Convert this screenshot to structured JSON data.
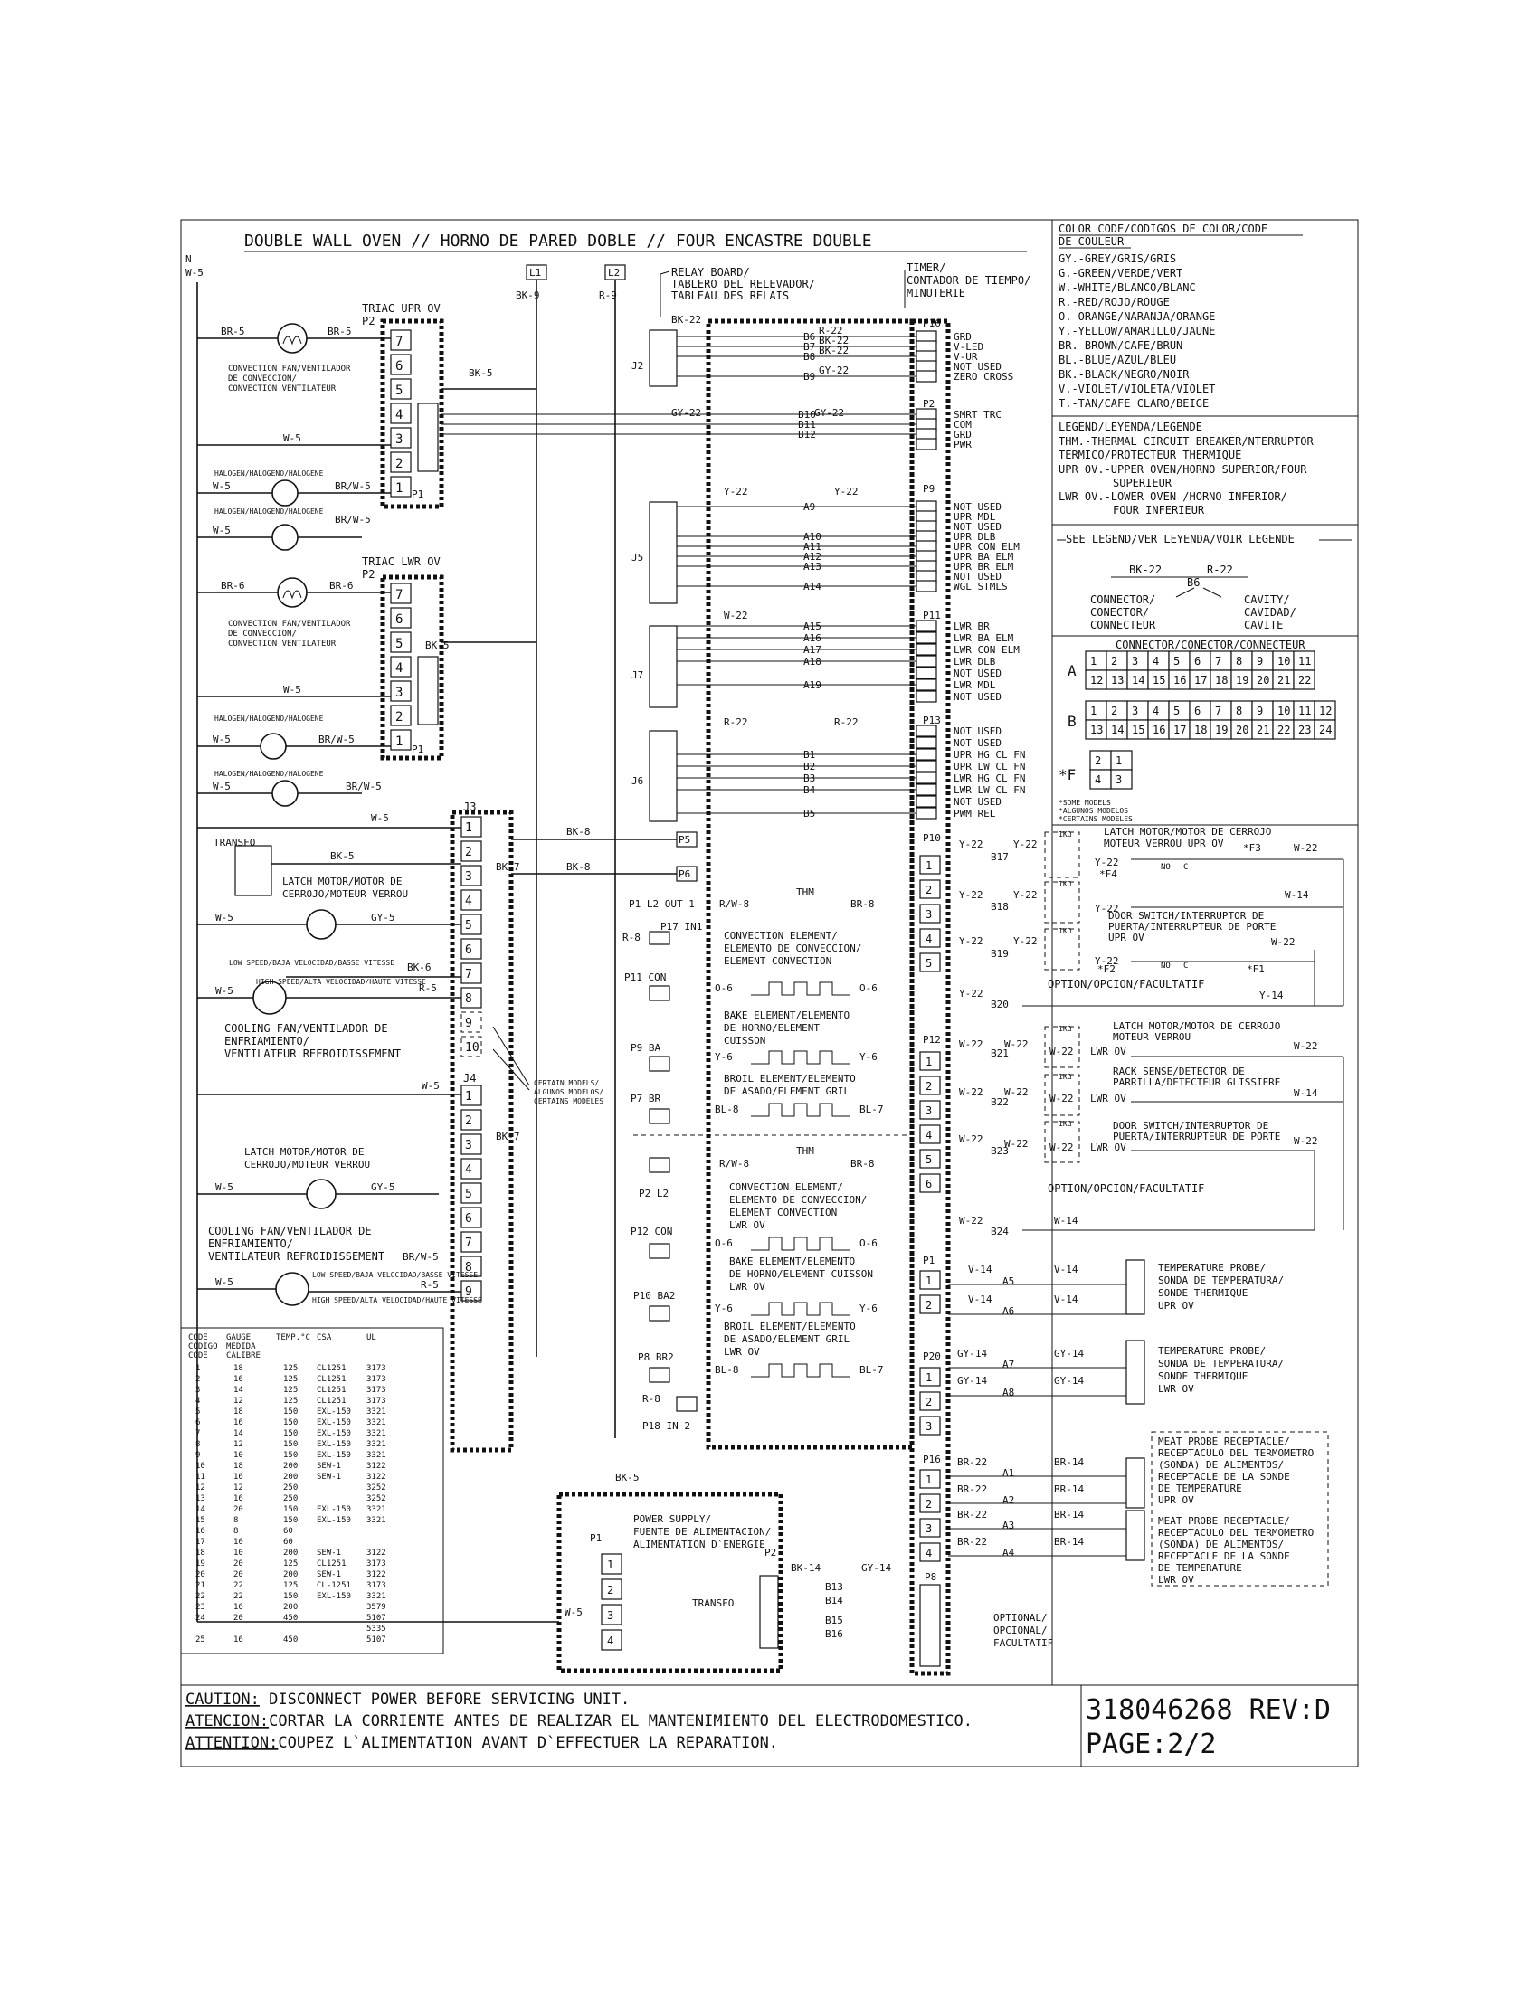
{
  "title": "DOUBLE WALL OVEN // HORNO DE PARED DOBLE // FOUR ENCASTRE DOUBLE",
  "part_number": "318046268 REV:D",
  "page": "PAGE:2/2",
  "caution": [
    {
      "key": "CAUTION:",
      "text": " DISCONNECT POWER BEFORE SERVICING UNIT."
    },
    {
      "key": "ATENCION:",
      "text": "CORTAR LA CORRIENTE ANTES DE REALIZAR EL MANTENIMIENTO DEL ELECTRODOMESTICO."
    },
    {
      "key": "ATTENTION:",
      "text": "COUPEZ L`ALIMENTATION AVANT D`EFFECTUER LA REPARATION."
    }
  ],
  "color_code": {
    "header": [
      "COLOR CODE/CODIGOS DE COLOR/CODE",
      "DE COULEUR"
    ],
    "entries": [
      "GY.-GREY/GRIS/GRIS",
      "G.-GREEN/VERDE/VERT",
      "W.-WHITE/BLANCO/BLANC",
      "R.-RED/ROJO/ROUGE",
      "O. ORANGE/NARANJA/ORANGE",
      "Y.-YELLOW/AMARILLO/JAUNE",
      "BR.-BROWN/CAFE/BRUN",
      "BL.-BLUE/AZUL/BLEU",
      "BK.-BLACK/NEGRO/NOIR",
      "V.-VIOLET/VIOLETA/VIOLET",
      "T.-TAN/CAFE CLARO/BEIGE"
    ]
  },
  "legend": {
    "header": "LEGEND/LEYENDA/LEGENDE",
    "lines": [
      "THM.-THERMAL CIRCUIT BREAKER/NTERRUPTOR",
      "TERMICO/PROTECTEUR THERMIQUE",
      "UPR OV.-UPPER OVEN/HORNO SUPERIOR/FOUR",
      "SUPERIEUR",
      "LWR OV.-LOWER OVEN /HORNO INFERIOR/",
      "FOUR INFERIEUR"
    ],
    "see": "SEE LEGEND/VER LEYENDA/VOIR LEGENDE",
    "example_left": "BK-22",
    "example_right": "R-22",
    "example_mid": "B6",
    "connector_label": [
      "CONNECTOR/",
      "CONECTOR/",
      "CONNECTEUR"
    ],
    "cavity_label": [
      "CAVITY/",
      "CAVIDAD/",
      "CAVITE"
    ],
    "connector_header": "CONNECTOR/CONECTOR/CONNECTEUR",
    "conn_a_label": "A",
    "conn_b_label": "B",
    "conn_f_label": "*F",
    "conn_a_top": [
      "1",
      "2",
      "3",
      "4",
      "5",
      "6",
      "7",
      "8",
      "9",
      "10",
      "11"
    ],
    "conn_a_bottom": [
      "12",
      "13",
      "14",
      "15",
      "16",
      "17",
      "18",
      "19",
      "20",
      "21",
      "22"
    ],
    "conn_b_top": [
      "1",
      "2",
      "3",
      "4",
      "5",
      "6",
      "7",
      "8",
      "9",
      "10",
      "11",
      "12"
    ],
    "conn_b_bottom": [
      "13",
      "14",
      "15",
      "16",
      "17",
      "18",
      "19",
      "20",
      "21",
      "22",
      "23",
      "24"
    ],
    "conn_f": [
      "2",
      "1",
      "4",
      "3"
    ],
    "some_models": [
      "*SOME MODELS",
      "*ALGUNOS MODELOS",
      "*CERTAINS MODELES"
    ]
  },
  "top_labels": {
    "n": "N",
    "w5": "W-5",
    "l1": "L1",
    "l2": "L2",
    "bk9": "BK-9",
    "r9": "R-9",
    "relay_board": [
      "RELAY BOARD/",
      "TABLERO DEL RELEVADOR/",
      "TABLEAU  DES RELAIS"
    ],
    "timer": [
      "TIMER/",
      "CONTADOR DE TIEMPO/",
      "MINUTERIE"
    ],
    "triac_upr": "TRIAC UPR OV",
    "triac_lwr": "TRIAC LWR OV",
    "p2": "P2",
    "p1": "P1"
  },
  "components_left": {
    "conv_fan_upr": {
      "wl": "BR-5",
      "wr": "BR-5",
      "label": [
        "CONVECTION FAN/VENTILADOR",
        "DE CONVECCION/",
        "CONVECTION VENTILATEUR"
      ]
    },
    "halogen": "HALOGEN/HALOGENO/HALOGENE",
    "w5": "W-5",
    "brw5": "BR/W-5",
    "conv_fan_lwr": {
      "wl": "BR-6",
      "wr": "BR-6",
      "label": [
        "CONVECTION FAN/VENTILADOR",
        "DE CONVECCION/",
        "CONVECTION VENTILATEUR"
      ]
    },
    "bk5": "BK-5",
    "bk7": "BK-7",
    "bk8": "BK-8",
    "transfo": "TRANSFO",
    "latch_upr": [
      "LATCH MOTOR/MOTOR DE",
      "CERROJO/MOTEUR VERROU"
    ],
    "gy5": "GY-5",
    "bk6": "BK-6",
    "r5": "R-5",
    "low_speed": "LOW SPEED/BAJA VELOCIDAD/BASSE VITESSE",
    "high_speed": "HIGH SPEED/ALTA VELOCIDAD/HAUTE VITESSE",
    "cooling_fan": [
      "COOLING FAN/VENTILADOR DE",
      "ENFRIAMIENTO/",
      "VENTILATEUR REFROIDISSEMENT"
    ],
    "latch_lwr": [
      "LATCH MOTOR/MOTOR DE",
      "CERROJO/MOTEUR VERROU"
    ],
    "certain_models": [
      "CERTAIN MODELS/",
      "ALGUNOS MODELOS/",
      "CERTAINS MODELES"
    ],
    "j3": "J3",
    "j4": "J4",
    "j3_pins": [
      "1",
      "2",
      "3",
      "4",
      "5",
      "6",
      "7",
      "8",
      "9",
      "10"
    ],
    "j4_pins": [
      "1",
      "2",
      "3",
      "4",
      "5",
      "6",
      "7",
      "8",
      "9"
    ]
  },
  "wire_table": {
    "headers": [
      "CODE",
      "GAUGE",
      "TEMP.°C",
      "CSA",
      "UL"
    ],
    "headers2": [
      "CODIGO",
      "MEDIDA",
      "",
      "",
      ""
    ],
    "headers3": [
      "CODE",
      "CALIBRE",
      "",
      "",
      ""
    ],
    "rows": [
      [
        "1",
        "18",
        "125",
        "CL1251",
        "3173"
      ],
      [
        "2",
        "16",
        "125",
        "CL1251",
        "3173"
      ],
      [
        "3",
        "14",
        "125",
        "CL1251",
        "3173"
      ],
      [
        "4",
        "12",
        "125",
        "CL1251",
        "3173"
      ],
      [
        "5",
        "18",
        "150",
        "EXL-150",
        "3321"
      ],
      [
        "6",
        "16",
        "150",
        "EXL-150",
        "3321"
      ],
      [
        "7",
        "14",
        "150",
        "EXL-150",
        "3321"
      ],
      [
        "8",
        "12",
        "150",
        "EXL-150",
        "3321"
      ],
      [
        "9",
        "10",
        "150",
        "EXL-150",
        "3321"
      ],
      [
        "10",
        "18",
        "200",
        "SEW-1",
        "3122"
      ],
      [
        "11",
        "16",
        "200",
        "SEW-1",
        "3122"
      ],
      [
        "12",
        "12",
        "250",
        "",
        "3252"
      ],
      [
        "13",
        "16",
        "250",
        "",
        "3252"
      ],
      [
        "14",
        "20",
        "150",
        "EXL-150",
        "3321"
      ],
      [
        "15",
        "8",
        "150",
        "EXL-150",
        "3321"
      ],
      [
        "16",
        "8",
        "60",
        "",
        ""
      ],
      [
        "17",
        "10",
        "60",
        "",
        ""
      ],
      [
        "18",
        "10",
        "200",
        "SEW-1",
        "3122"
      ],
      [
        "19",
        "20",
        "125",
        "CL1251",
        "3173"
      ],
      [
        "20",
        "20",
        "200",
        "SEW-1",
        "3122"
      ],
      [
        "21",
        "22",
        "125",
        "CL-1251",
        "3173"
      ],
      [
        "22",
        "22",
        "150",
        "EXL-150",
        "3321"
      ],
      [
        "23",
        "16",
        "200",
        "",
        "3579"
      ],
      [
        "24",
        "20",
        "450",
        "",
        "5107"
      ],
      [
        "",
        "",
        "",
        "",
        "5335"
      ],
      [
        "25",
        "16",
        "450",
        "",
        "5107"
      ]
    ]
  },
  "relay": {
    "j2": "J2",
    "j5": "J5",
    "j7": "J7",
    "j6": "J6",
    "bk22": "BK-22",
    "gy22": "GY-22",
    "y22": "Y-22",
    "w22": "W-22",
    "r22": "R-22",
    "j2_rows": [
      {
        "b": "B6",
        "w": "R-22",
        "p": "GRD"
      },
      {
        "b": "B7",
        "w": "BK-22",
        "p": "V-LED"
      },
      {
        "b": "B8",
        "w": "BK-22",
        "p": "V-UR"
      },
      {
        "b": "",
        "w": "",
        "p": "NOT USED"
      },
      {
        "b": "B9",
        "w": "GY-22",
        "p": "ZERO CROSS"
      }
    ],
    "p2_rows": [
      {
        "b": "B10",
        "p": "SMRT TRC"
      },
      {
        "b": "B11",
        "p": "COM"
      },
      {
        "b": "B12",
        "p": "GRD"
      },
      {
        "b": "",
        "p": "PWR"
      }
    ],
    "j5_rows": [
      {
        "b": "A9",
        "p": "NOT USED"
      },
      {
        "b": "",
        "p": "UPR MDL"
      },
      {
        "b": "",
        "p": "NOT USED"
      },
      {
        "b": "A10",
        "p": "UPR DLB"
      },
      {
        "b": "A11",
        "p": "UPR CON ELM"
      },
      {
        "b": "A12",
        "p": "UPR BA ELM"
      },
      {
        "b": "A13",
        "p": "UPR BR ELM"
      },
      {
        "b": "",
        "p": "NOT USED"
      },
      {
        "b": "A14",
        "p": "WGL STMLS"
      }
    ],
    "j7_rows": [
      {
        "b": "A15",
        "p": "LWR BR"
      },
      {
        "b": "A16",
        "p": "LWR BA ELM"
      },
      {
        "b": "A17",
        "p": "LWR CON ELM"
      },
      {
        "b": "A18",
        "p": "LWR DLB"
      },
      {
        "b": "",
        "p": "NOT USED"
      },
      {
        "b": "A19",
        "p": "LWR MDL"
      },
      {
        "b": "",
        "p": "NOT USED"
      }
    ],
    "j6_rows": [
      {
        "b": "",
        "p": "NOT USED"
      },
      {
        "b": "",
        "p": "NOT USED"
      },
      {
        "b": "B1",
        "p": "UPR HG CL FN"
      },
      {
        "b": "B2",
        "p": "UPR LW CL FN"
      },
      {
        "b": "B3",
        "p": "LWR HG CL FN"
      },
      {
        "b": "B4",
        "p": "LWR LW CL FN"
      },
      {
        "b": "",
        "p": "NOT USED"
      },
      {
        "b": "B5",
        "p": "PWM REL"
      }
    ],
    "p16": "P16",
    "p2": "P2",
    "p9": "P9",
    "p11": "P11",
    "p13": "P13",
    "p10": "P10",
    "p12": "P12",
    "p1": "P1",
    "p20": "P20",
    "p8": "P8",
    "p5": "P5",
    "p6": "P6"
  },
  "elements_upper": {
    "p1l2out": "P1 L2 OUT 1",
    "r8": "R-8",
    "p17in1": "P17 IN1",
    "thm": "THM",
    "rw8": "R/W-8",
    "br8": "BR-8",
    "conv": [
      "CONVECTION ELEMENT/",
      "ELEMENTO DE CONVECCION/",
      "ELEMENT CONVECTION"
    ],
    "p11con": "P11 CON",
    "o6": "O-6",
    "bake": [
      "BAKE ELEMENT/ELEMENTO",
      "DE HORNO/ELEMENT",
      "CUISSON"
    ],
    "p9ba": "P9 BA",
    "y6": "Y-6",
    "broil": [
      "BROIL ELEMENT/ELEMENTO",
      "DE ASADO/ELEMENT GRIL"
    ],
    "p7br": "P7 BR",
    "bl8": "BL-8",
    "bl7": "BL-7"
  },
  "elements_lower": {
    "p2l2": "P2 L2",
    "conv": [
      "CONVECTION ELEMENT/",
      "ELEMENTO DE CONVECCION/",
      "ELEMENT CONVECTION",
      "LWR OV"
    ],
    "p12con": "P12 CON",
    "bake": [
      "BAKE ELEMENT/ELEMENTO",
      "DE HORNO/ELEMENT CUISSON",
      "LWR OV"
    ],
    "p10ba2": "P10 BA2",
    "broil": [
      "BROIL ELEMENT/ELEMENTO",
      "DE ASADO/ELEMENT GRIL",
      "LWR OV"
    ],
    "p8br2": "P8 BR2",
    "p18in2": "P18 IN 2"
  },
  "power_supply": {
    "label": [
      "POWER SUPPLY/",
      "FUENTE DE ALIMENTACION/",
      "ALIMENTATION D`ENERGIE"
    ],
    "bk5": "BK-5",
    "p1": "P1",
    "p2": "P2",
    "w5": "W-5",
    "transfo": "TRANSFO",
    "bk14": "BK-14",
    "gy14": "GY-14",
    "b13": "B13",
    "b14": "B14",
    "b15": "B15",
    "b16": "B16",
    "pins": [
      "1",
      "2",
      "3",
      "4"
    ]
  },
  "right_side": {
    "latch_upr": [
      "LATCH MOTOR/MOTOR DE CERROJO",
      "MOTEUR VERROU UPR OV"
    ],
    "door_upr": [
      "DOOR SWITCH/INTERRUPTOR DE",
      "PUERTA/INTERRUPTEUR DE PORTE",
      "UPR OV"
    ],
    "option": "OPTION/OPCION/FACULTATIF",
    "latch_lwr": [
      "LATCH MOTOR/MOTOR DE CERROJO",
      "MOTEUR VERROU"
    ],
    "rack": [
      "RACK SENSE/DETECTOR DE",
      "PARRILLA/DETECTEUR GLISSIERE"
    ],
    "door_lwr": [
      "DOOR SWITCH/INTERRUPTOR DE",
      "PUERTA/INTERRUPTEUR DE PORTE"
    ],
    "b17": "B17",
    "b18": "B18",
    "b19": "B19",
    "b20": "B20",
    "b21": "B21",
    "b22": "B22",
    "b23": "B23",
    "b24": "B24",
    "y22": "Y-22",
    "w22": "W-22",
    "w14": "W-14",
    "y14": "Y-14",
    "f1": "*F1",
    "f2": "*F2",
    "f3": "*F3",
    "f4": "*F4",
    "lwr_ov": "LWR OV",
    "upr_ov": "UPR OV",
    "no": "NO",
    "c": "C",
    "one_k": "1KΩ",
    "temp_probe_upr": [
      "TEMPERATURE PROBE/",
      "SONDA DE TEMPERATURA/",
      "SONDE THERMIQUE",
      "UPR OV"
    ],
    "temp_probe_lwr": [
      "TEMPERATURE PROBE/",
      "SONDA DE TEMPERATURA/",
      "SONDE THERMIQUE",
      "LWR OV"
    ],
    "v14": "V-14",
    "gy14": "GY-14",
    "a5": "A5",
    "a6": "A6",
    "a7": "A7",
    "a8": "A8",
    "meat_upr": [
      "MEAT PROBE RECEPTACLE/",
      "RECEPTACULO DEL TERMOMETRO",
      "(SONDA) DE ALIMENTOS/",
      "RECEPTACLE DE LA SONDE",
      "DE TEMPERATURE",
      "UPR OV"
    ],
    "meat_lwr": [
      "MEAT PROBE RECEPTACLE/",
      "RECEPTACULO DEL TERMOMETRO",
      "(SONDA) DE ALIMENTOS/",
      "RECEPTACLE DE LA SONDE",
      "DE TEMPERATURE",
      "LWR OV"
    ],
    "br22": "BR-22",
    "br14": "BR-14",
    "a1": "A1",
    "a2": "A2",
    "a3": "A3",
    "a4": "A4",
    "optional": [
      "OPTIONAL/",
      "OPCIONAL/",
      "FACULTATIF"
    ]
  }
}
